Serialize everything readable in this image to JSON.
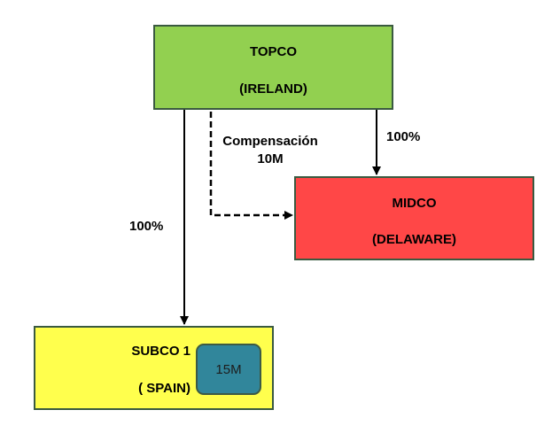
{
  "colors": {
    "topco": "#92d050",
    "midco": "#ff4747",
    "subco": "#ffff4d",
    "cash": "#31869b",
    "border": "#3a5a40"
  },
  "entities": {
    "topco": {
      "name": "TOPCO",
      "jurisdiction": "(IRELAND)"
    },
    "midco": {
      "name": "MIDCO",
      "jurisdiction": "(DELAWARE)"
    },
    "subco": {
      "name": "SUBCO 1",
      "jurisdiction": "( SPAIN)",
      "cash": "15M"
    }
  },
  "edges": {
    "topco_midco": {
      "label": "100%",
      "style": "solid"
    },
    "topco_subco": {
      "label": "100%",
      "style": "solid"
    },
    "compensation": {
      "label_line1": "Compensación",
      "label_line2": "10M",
      "style": "dashed"
    }
  }
}
